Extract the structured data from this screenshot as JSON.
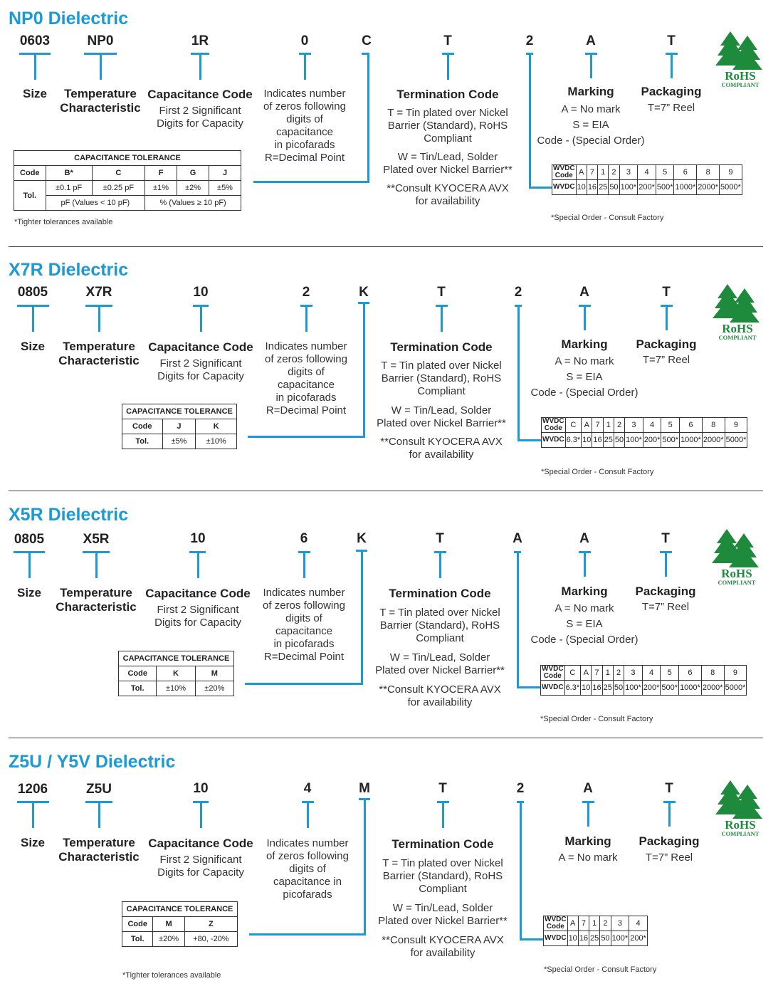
{
  "common": {
    "size_label": "Size",
    "temp_label_1": "Temperature",
    "temp_label_2": "Characteristic",
    "cap_label": "Capacitance Code",
    "cap_desc_1": "First 2 Significant",
    "cap_desc_2": "Digits for Capacity",
    "zeros_1": "Indicates number",
    "zeros_2": "of zeros following",
    "zeros_3": "digits of",
    "zeros_4": "capacitance",
    "zeros_5": "in picofarads",
    "zeros_6": "R=Decimal Point",
    "zeros_z4": "capacitance in",
    "zeros_z5": "picofarads",
    "term_label": "Termination Code",
    "term_1": "T = Tin plated over Nickel",
    "term_2": "Barrier (Standard), RoHS",
    "term_3": "Compliant",
    "term_4": "W = Tin/Lead, Solder",
    "term_5": "Plated over Nickel Barrier**",
    "term_6": "**Consult KYOCERA AVX",
    "term_7": "for availability",
    "mark_label": "Marking",
    "mark_1": "A = No mark",
    "mark_2": "S = EIA",
    "mark_3": "Code - (Special Order)",
    "pack_label": "Packaging",
    "pack_1": "T=7” Reel",
    "tol_title": "CAPACITANCE TOLERANCE",
    "tol_code": "Code",
    "tol_tol": "Tol.",
    "tighter": "*Tighter tolerances available",
    "special": "*Special Order - Consult Factory",
    "wvdc_code_1": "WVDC",
    "wvdc_code_2": "Code",
    "wvdc": "WVDC",
    "rohs_1": "RoHS",
    "rohs_2": "COMPLIANT"
  },
  "np0": {
    "title": "NP0 Dielectric",
    "codes": [
      "0603",
      "NP0",
      "1R",
      "0",
      "C",
      "T",
      "2",
      "A",
      "T"
    ],
    "tol_codes": [
      "B*",
      "C",
      "F",
      "G",
      "J"
    ],
    "tol_values": [
      "±0.1 pF",
      "±0.25 pF",
      "±1%",
      "±2%",
      "±5%"
    ],
    "tol_pf": "pF (Values < 10 pF)",
    "tol_pct": "% (Values ≥ 10 pF)",
    "wv_codes": [
      "A",
      "7",
      "1",
      "2",
      "3",
      "4",
      "5",
      "6",
      "8",
      "9"
    ],
    "wv_values": [
      "10",
      "16",
      "25",
      "50",
      "100*",
      "200*",
      "500*",
      "1000*",
      "2000*",
      "5000*"
    ]
  },
  "x7r": {
    "title": "X7R Dielectric",
    "codes": [
      "0805",
      "X7R",
      "10",
      "2",
      "K",
      "T",
      "2",
      "A",
      "T"
    ],
    "tol_codes": [
      "J",
      "K"
    ],
    "tol_values": [
      "±5%",
      "±10%"
    ],
    "wv_codes": [
      "C",
      "A",
      "7",
      "1",
      "2",
      "3",
      "4",
      "5",
      "6",
      "8",
      "9"
    ],
    "wv_values": [
      "6.3*",
      "10",
      "16",
      "25",
      "50",
      "100*",
      "200*",
      "500*",
      "1000*",
      "2000*",
      "5000*"
    ]
  },
  "x5r": {
    "title": "X5R Dielectric",
    "codes": [
      "0805",
      "X5R",
      "10",
      "6",
      "K",
      "T",
      "A",
      "A",
      "T"
    ],
    "tol_codes": [
      "K",
      "M"
    ],
    "tol_values": [
      "±10%",
      "±20%"
    ],
    "wv_codes": [
      "C",
      "A",
      "7",
      "1",
      "2",
      "3",
      "4",
      "5",
      "6",
      "8",
      "9"
    ],
    "wv_values": [
      "6.3*",
      "10",
      "16",
      "25",
      "50",
      "100*",
      "200*",
      "500*",
      "1000*",
      "2000*",
      "5000*"
    ]
  },
  "z5u": {
    "title": "Z5U / Y5V Dielectric",
    "codes": [
      "1206",
      "Z5U",
      "10",
      "4",
      "M",
      "T",
      "2",
      "A",
      "T"
    ],
    "tol_codes": [
      "M",
      "Z"
    ],
    "tol_values": [
      "±20%",
      "+80, -20%"
    ],
    "wv_codes": [
      "A",
      "7",
      "1",
      "2",
      "3",
      "4"
    ],
    "wv_values": [
      "10",
      "16",
      "25",
      "50",
      "100*",
      "200*"
    ]
  },
  "colors": {
    "accent": "#1b9ad6",
    "rohs_green": "#1e8a3c"
  },
  "icons": {
    "rohs": "rohs-tree-logo"
  }
}
